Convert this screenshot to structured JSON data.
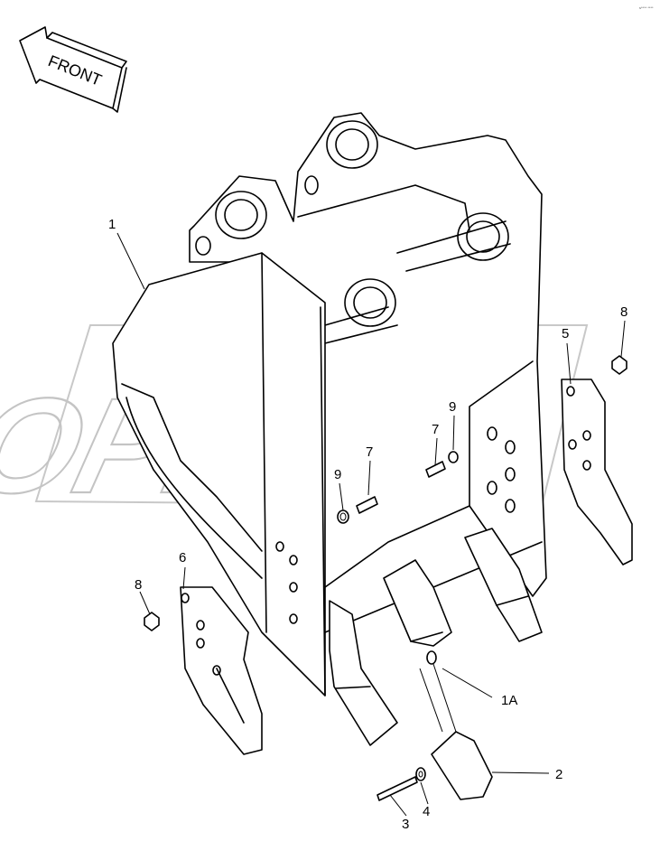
{
  "corner_code": "s**** ****",
  "watermark": "OPEX",
  "front_arrow": {
    "label": "FRONT"
  },
  "callouts": [
    {
      "id": "c1",
      "label": "1"
    },
    {
      "id": "c1a",
      "label": "1A"
    },
    {
      "id": "c2",
      "label": "2"
    },
    {
      "id": "c3",
      "label": "3"
    },
    {
      "id": "c4",
      "label": "4"
    },
    {
      "id": "c5",
      "label": "5"
    },
    {
      "id": "c6",
      "label": "6"
    },
    {
      "id": "c7a",
      "label": "7"
    },
    {
      "id": "c7b",
      "label": "7"
    },
    {
      "id": "c8a",
      "label": "8"
    },
    {
      "id": "c8b",
      "label": "8"
    },
    {
      "id": "c9a",
      "label": "9"
    },
    {
      "id": "c9b",
      "label": "9"
    }
  ]
}
